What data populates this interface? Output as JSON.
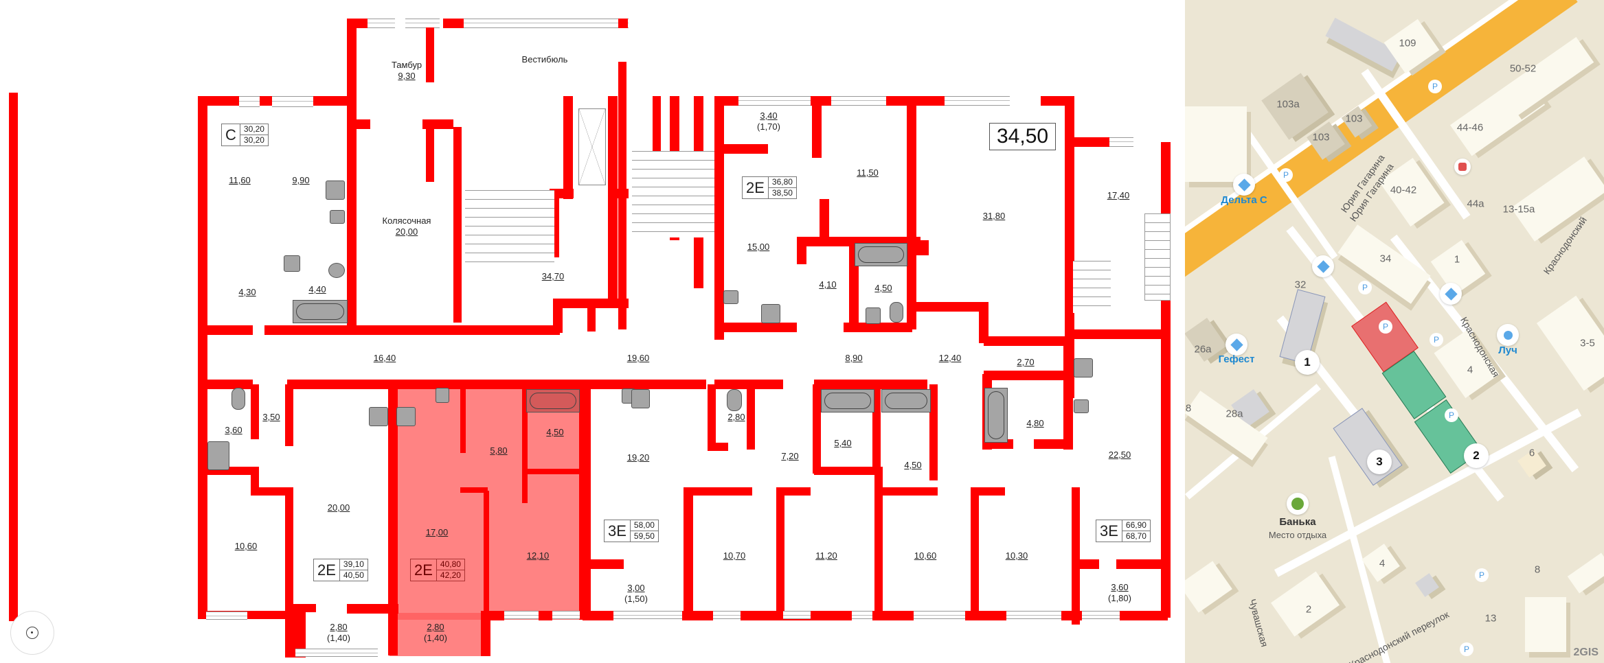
{
  "floor_plan": {
    "left_bar_color": "#ff0000",
    "wall_color": "#ff0000",
    "highlight_color": "#ff6b6b",
    "selected_area_label": "34,50",
    "rooms": [
      {
        "id": "tambur",
        "name": "Тамбур",
        "area": "9,30"
      },
      {
        "id": "vestibule",
        "name": "Вестибюль",
        "area": ""
      },
      {
        "id": "stroller",
        "name": "Колясочная",
        "area": "20,00"
      },
      {
        "id": "r1160",
        "area": "11,60"
      },
      {
        "id": "r990",
        "area": "9,90"
      },
      {
        "id": "r430",
        "area": "4,30"
      },
      {
        "id": "r440",
        "area": "4,40"
      },
      {
        "id": "r3470",
        "area": "34,70"
      },
      {
        "id": "r1640",
        "area": "16,40"
      },
      {
        "id": "r1960",
        "area": "19,60"
      },
      {
        "id": "r340",
        "area": "3,40",
        "sub": "(1,70)"
      },
      {
        "id": "r1150",
        "area": "11,50"
      },
      {
        "id": "r1500",
        "area": "15,00"
      },
      {
        "id": "r410",
        "area": "4,10"
      },
      {
        "id": "r450a",
        "area": "4,50"
      },
      {
        "id": "r890",
        "area": "8,90"
      },
      {
        "id": "r3180",
        "area": "31,80"
      },
      {
        "id": "r1740",
        "area": "17,40"
      },
      {
        "id": "r1240",
        "area": "12,40"
      },
      {
        "id": "r270",
        "area": "2,70"
      },
      {
        "id": "r480",
        "area": "4,80"
      },
      {
        "id": "r2250",
        "area": "22,50"
      },
      {
        "id": "r360b",
        "area": "3,60",
        "sub": "(1,80)"
      },
      {
        "id": "r1030",
        "area": "10,30"
      },
      {
        "id": "r1060b",
        "area": "10,60"
      },
      {
        "id": "r450c",
        "area": "4,50"
      },
      {
        "id": "r540",
        "area": "5,40"
      },
      {
        "id": "r1120",
        "area": "11,20"
      },
      {
        "id": "r1070",
        "area": "10,70"
      },
      {
        "id": "r720",
        "area": "7,20"
      },
      {
        "id": "r280a",
        "area": "2,80"
      },
      {
        "id": "r1920",
        "area": "19,20"
      },
      {
        "id": "r300",
        "area": "3,00",
        "sub": "(1,50)"
      },
      {
        "id": "r1210",
        "area": "12,10"
      },
      {
        "id": "r580",
        "area": "5,80"
      },
      {
        "id": "r450b",
        "area": "4,50"
      },
      {
        "id": "r1700",
        "area": "17,00"
      },
      {
        "id": "r280c",
        "area": "2,80",
        "sub": "(1,40)"
      },
      {
        "id": "r2000b",
        "area": "20,00"
      },
      {
        "id": "r280b",
        "area": "2,80",
        "sub": "(1,40)"
      },
      {
        "id": "r1060a",
        "area": "10,60"
      },
      {
        "id": "r350",
        "area": "3,50"
      },
      {
        "id": "r360a",
        "area": "3,60"
      }
    ],
    "apartments": [
      {
        "type": "C",
        "living": "30,20",
        "total": "30,20"
      },
      {
        "type": "2E",
        "living": "36,80",
        "total": "38,50"
      },
      {
        "type": "2E",
        "living": "39,10",
        "total": "40,50"
      },
      {
        "type": "2E",
        "living": "40,80",
        "total": "42,20",
        "selected": true
      },
      {
        "type": "3E",
        "living": "58,00",
        "total": "59,50"
      },
      {
        "type": "3E",
        "living": "66,90",
        "total": "68,70"
      }
    ]
  },
  "map": {
    "provider_logo": "2GIS",
    "background": "#ece6d4",
    "highway_color": "#f6b43a",
    "streets": [
      "Юрия Гагарина",
      "Юрия Гагарина",
      "Краснодонский",
      "Краснодонская",
      "Краснодонский переулок",
      "Чувашская"
    ],
    "house_numbers": [
      "109",
      "50-52",
      "103а",
      "103",
      "103",
      "44-46",
      "40-42",
      "44а",
      "13-15а",
      "34",
      "32",
      "1",
      "3-5",
      "4",
      "26а",
      "28а",
      "8",
      "6",
      "4",
      "2",
      "8",
      "13"
    ],
    "pois": [
      {
        "name": "Дельта С"
      },
      {
        "name": "Гефест"
      },
      {
        "name": "Луч"
      },
      {
        "name": "Банька",
        "subtitle": "Место отдыха"
      }
    ],
    "building_markers": [
      "1",
      "2",
      "3"
    ],
    "selected_building_color": "#e87070",
    "other_building_color": "#66c29a"
  }
}
